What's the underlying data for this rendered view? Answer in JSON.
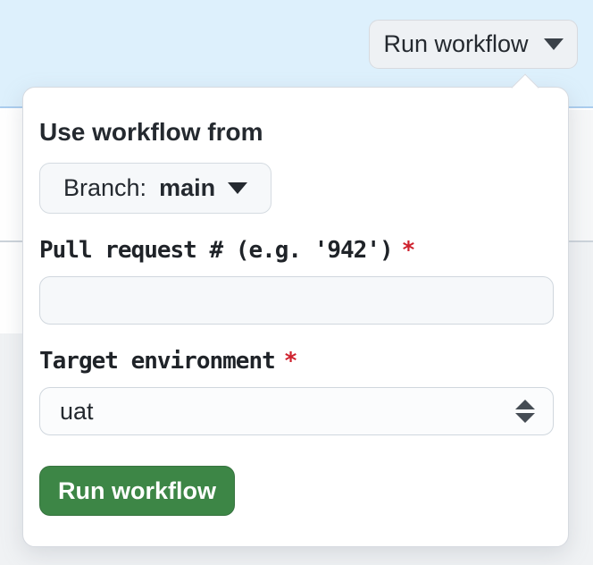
{
  "banner": {
    "run_workflow_button": {
      "label": "Run workflow"
    }
  },
  "popover": {
    "heading": "Use workflow from",
    "branch_selector": {
      "prefix": "Branch:",
      "branch": "main"
    },
    "required_marker": "*",
    "fields": [
      {
        "label": "Pull request # (e.g. '942')",
        "required": true,
        "control": "text-input",
        "value": "",
        "placeholder": ""
      },
      {
        "label": "Target environment",
        "required": true,
        "control": "select",
        "value": "uat"
      }
    ],
    "submit_button": {
      "label": "Run workflow"
    }
  },
  "colors": {
    "banner_bg": "#ddf0fc",
    "banner_border": "#aacdee",
    "button_success_bg": "#3d8646",
    "required_marker_color": "#cf222e",
    "control_border": "#d0d7de",
    "muted_control_bg": "#f6f8fa"
  }
}
